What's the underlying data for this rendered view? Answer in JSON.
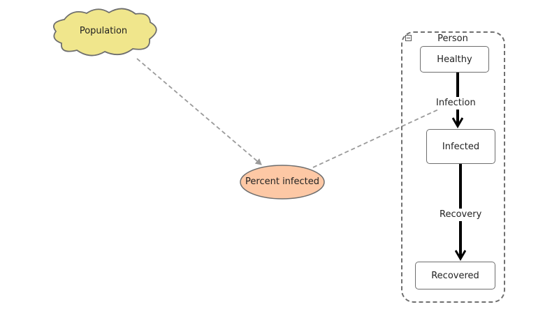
{
  "diagram": {
    "nodes": {
      "population": {
        "label": "Population",
        "kind": "converter",
        "fill": "#f0e68c",
        "stroke": "#6e6e6e"
      },
      "percent_infected": {
        "label": "Percent infected",
        "kind": "variable",
        "fill": "#fdc8a5",
        "stroke": "#6e6e6e"
      }
    },
    "agent": {
      "label": "Person",
      "states": [
        {
          "id": "healthy",
          "label": "Healthy"
        },
        {
          "id": "infected",
          "label": "Infected"
        },
        {
          "id": "recovered",
          "label": "Recovered"
        }
      ],
      "transitions": [
        {
          "label": "Infection",
          "from": "Healthy",
          "to": "Infected"
        },
        {
          "label": "Recovery",
          "from": "Infected",
          "to": "Recovered"
        }
      ]
    },
    "links": [
      {
        "from": "Population",
        "to": "Percent infected",
        "style": "dashed"
      },
      {
        "from": "Percent infected",
        "to": "Infection",
        "style": "dashed"
      }
    ],
    "colors": {
      "link": "#9a9a9a",
      "transition": "#000000",
      "node_border": "#6e6e6e",
      "agent_border": "#707070"
    }
  }
}
